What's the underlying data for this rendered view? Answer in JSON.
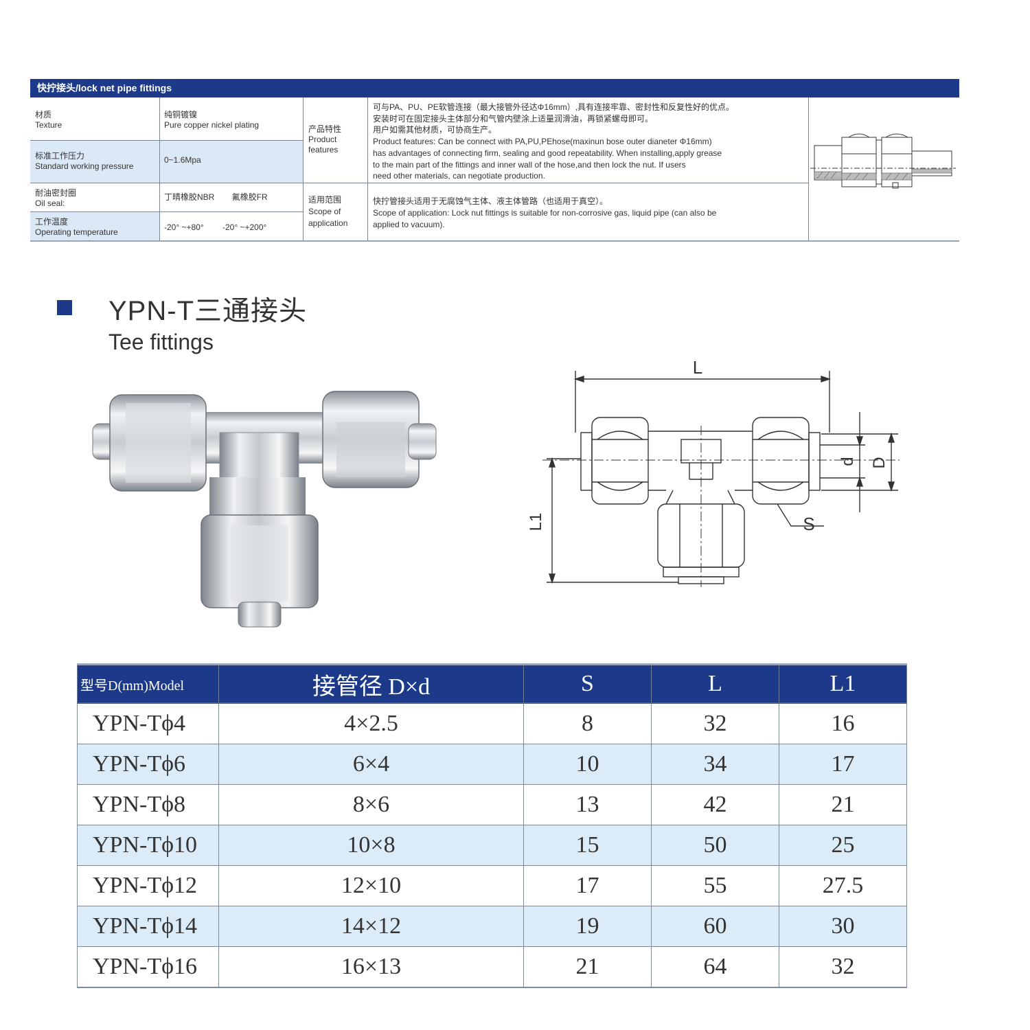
{
  "spec": {
    "header": "快拧接头/lock net pipe fittings",
    "rows": [
      {
        "label_cn": "材质",
        "label_en": "Texture",
        "value_cn": "纯铜镀镍",
        "value_en": "Pure copper nickel plating"
      },
      {
        "label_cn": "标准工作压力",
        "label_en": "Standard working pressure",
        "value": "0~1.6Mpa"
      },
      {
        "label_cn": "耐油密封圈",
        "label_en": "Oil seal:",
        "value_a": "丁晴橡胶NBR",
        "value_b": "氟橡胶FR"
      },
      {
        "label_cn": "工作温度",
        "label_en": "Operating temperature",
        "value_a": "-20° ~+80°",
        "value_b": "-20° ~+200°"
      }
    ],
    "features": {
      "label_cn": "产品特性",
      "label_en1": "Product",
      "label_en2": "features",
      "lines": [
        "可与PA、PU、PE软管连接（最大接管外径达Φ16mm）,具有连接牢靠、密封性和反复性好的优点。",
        "安装时可在固定接头主体部分和气管内壁涂上适量润滑油，再锁紧螺母即可。",
        "用户如需其他材质，可协商生产。",
        "Product features: Can be connect with PA,PU,PEhose(maxinun bose outer dianeter Φ16mm)",
        "has advantages of connecting firm, sealing and good repeatability. When installing,apply grease",
        "to the main part of the fittings and inner wall of the hose,and then lock the nut. If users",
        " need other materials, can negotiate production."
      ]
    },
    "scope": {
      "label_cn": "适用范围",
      "label_en1": "Scope of",
      "label_en2": "application",
      "lines": [
        "快拧管接头适用于无腐蚀气主体、液主体管路（也适用于真空）。",
        "Scope of application: Lock nut fittings is suitable for non-corrosive gas, liquid pipe (can also be",
        " applied to vacuum)."
      ]
    }
  },
  "heading": {
    "title_cn": "YPN-T三通接头",
    "title_en": "Tee fittings"
  },
  "drawing_labels": {
    "L": "L",
    "L1": "L1",
    "d": "d",
    "D": "D",
    "S": "S"
  },
  "table": {
    "headers": [
      "型号D(mm)Model",
      "接管径 D×d",
      "S",
      "L",
      "L1"
    ],
    "rows": [
      {
        "model": "YPN-Tϕ4",
        "dxd": "4×2.5",
        "s": "8",
        "l": "32",
        "l1": "16"
      },
      {
        "model": "YPN-Tϕ6",
        "dxd": "6×4",
        "s": "10",
        "l": "34",
        "l1": "17"
      },
      {
        "model": "YPN-Tϕ8",
        "dxd": "8×6",
        "s": "13",
        "l": "42",
        "l1": "21"
      },
      {
        "model": "YPN-Tϕ10",
        "dxd": "10×8",
        "s": "15",
        "l": "50",
        "l1": "25"
      },
      {
        "model": "YPN-Tϕ12",
        "dxd": "12×10",
        "s": "17",
        "l": "55",
        "l1": "27.5"
      },
      {
        "model": "YPN-Tϕ14",
        "dxd": "14×12",
        "s": "19",
        "l": "60",
        "l1": "30"
      },
      {
        "model": "YPN-Tϕ16",
        "dxd": "16×13",
        "s": "21",
        "l": "64",
        "l1": "32"
      }
    ]
  },
  "colors": {
    "brand_blue": "#1d3a8a",
    "row_shade": "#dcebf8"
  }
}
